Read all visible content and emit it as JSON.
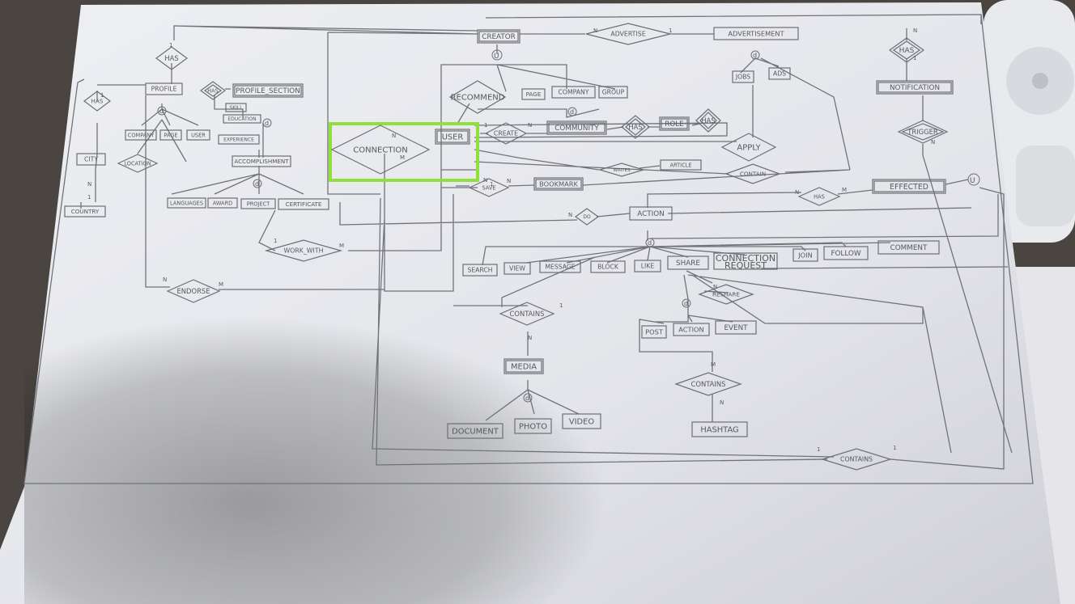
{
  "entities": [
    {
      "id": "creator",
      "label": "CREATOR"
    },
    {
      "id": "advertisement",
      "label": "ADVERTISEMENT"
    },
    {
      "id": "jobs",
      "label": "JOBS"
    },
    {
      "id": "ads",
      "label": "ADS"
    },
    {
      "id": "notification",
      "label": "NOTIFICATION"
    },
    {
      "id": "profile",
      "label": "PROFILE"
    },
    {
      "id": "profile_section",
      "label": "PROFILE_SECTION"
    },
    {
      "id": "skill",
      "label": "SKILL"
    },
    {
      "id": "education",
      "label": "EDUCATION"
    },
    {
      "id": "experience",
      "label": "EXPERIENCE"
    },
    {
      "id": "accomplishment",
      "label": "ACCOMPLISHMENT"
    },
    {
      "id": "languages",
      "label": "LANGUAGES"
    },
    {
      "id": "award",
      "label": "AWARD"
    },
    {
      "id": "project",
      "label": "PROJECT"
    },
    {
      "id": "certificate",
      "label": "CERTIFICATE"
    },
    {
      "id": "company_p",
      "label": "COMPANY"
    },
    {
      "id": "page_p",
      "label": "PAGE"
    },
    {
      "id": "user_p",
      "label": "USER"
    },
    {
      "id": "city",
      "label": "CITY"
    },
    {
      "id": "country",
      "label": "COUNTRY"
    },
    {
      "id": "page",
      "label": "PAGE"
    },
    {
      "id": "company",
      "label": "COMPANY"
    },
    {
      "id": "group",
      "label": "GROUP"
    },
    {
      "id": "community",
      "label": "COMMUNITY"
    },
    {
      "id": "role",
      "label": "ROLE"
    },
    {
      "id": "user",
      "label": "USER"
    },
    {
      "id": "article",
      "label": "ARTICLE"
    },
    {
      "id": "bookmark",
      "label": "BOOKMARK"
    },
    {
      "id": "effected",
      "label": "EFFECTED"
    },
    {
      "id": "action",
      "label": "ACTION"
    },
    {
      "id": "search",
      "label": "SEARCH"
    },
    {
      "id": "view",
      "label": "VIEW"
    },
    {
      "id": "message",
      "label": "MESSAGE"
    },
    {
      "id": "block",
      "label": "BLOCK"
    },
    {
      "id": "like",
      "label": "LIKE"
    },
    {
      "id": "share",
      "label": "SHARE"
    },
    {
      "id": "conn_req",
      "label": "CONNECTION REQUEST"
    },
    {
      "id": "join",
      "label": "JOIN"
    },
    {
      "id": "follow",
      "label": "FOLLOW"
    },
    {
      "id": "comment",
      "label": "COMMENT"
    },
    {
      "id": "post",
      "label": "POST"
    },
    {
      "id": "action2",
      "label": "ACTION"
    },
    {
      "id": "event",
      "label": "EVENT"
    },
    {
      "id": "media",
      "label": "MEDIA"
    },
    {
      "id": "document",
      "label": "DOCUMENT"
    },
    {
      "id": "photo",
      "label": "PHOTO"
    },
    {
      "id": "video",
      "label": "VIDEO"
    },
    {
      "id": "hashtag",
      "label": "HASHTAG"
    }
  ],
  "relationships": [
    {
      "id": "has_top",
      "label": "HAS"
    },
    {
      "id": "advertise",
      "label": "ADVERTISE"
    },
    {
      "id": "has_notif",
      "label": "HAS"
    },
    {
      "id": "trigger",
      "label": "TRIGGER"
    },
    {
      "id": "has_city",
      "label": "HAS"
    },
    {
      "id": "location",
      "label": "LOCATION"
    },
    {
      "id": "has_ps",
      "label": "HAS"
    },
    {
      "id": "recommend",
      "label": "RECOMMEND"
    },
    {
      "id": "connection",
      "label": "CONNECTION"
    },
    {
      "id": "create",
      "label": "CREATE"
    },
    {
      "id": "has_role",
      "label": "HAS"
    },
    {
      "id": "has_role2",
      "label": "HAS"
    },
    {
      "id": "apply",
      "label": "APPLY"
    },
    {
      "id": "writes",
      "label": "WRITES"
    },
    {
      "id": "contain",
      "label": "CONTAIN"
    },
    {
      "id": "save",
      "label": "SAVE"
    },
    {
      "id": "has_eff",
      "label": "HAS"
    },
    {
      "id": "do",
      "label": "DO"
    },
    {
      "id": "work_with",
      "label": "WORK_WITH"
    },
    {
      "id": "endorse",
      "label": "ENDORSE"
    },
    {
      "id": "reshare",
      "label": "RESHARE"
    },
    {
      "id": "contains_media",
      "label": "CONTAINS"
    },
    {
      "id": "contains_hash",
      "label": "CONTAINS"
    },
    {
      "id": "contains_bottom",
      "label": "CONTAINS"
    }
  ],
  "cardinalities": {
    "c1": "1",
    "c2": "N",
    "c3": "1",
    "c4": "N",
    "c5": "1",
    "c6": "N",
    "c7": "1",
    "c8": "N",
    "c9": "1",
    "c10": "N",
    "c11": "M",
    "c12": "1",
    "c13": "N",
    "c14": "N",
    "c15": "1",
    "c16": "N",
    "c17": "M",
    "c18": "N",
    "c19": "M",
    "c20": "1",
    "c21": "N",
    "c22": "N",
    "c23": "M",
    "c24": "N",
    "c25": "M",
    "c26": "1",
    "c27": "N",
    "c28": "1",
    "c29": "1",
    "c30": "N"
  },
  "specializations": {
    "u": "U",
    "d": "d"
  },
  "colors": {
    "highlight": "#8fe03a",
    "pencil": "#6a6d70",
    "paper": "#e9eaee"
  }
}
